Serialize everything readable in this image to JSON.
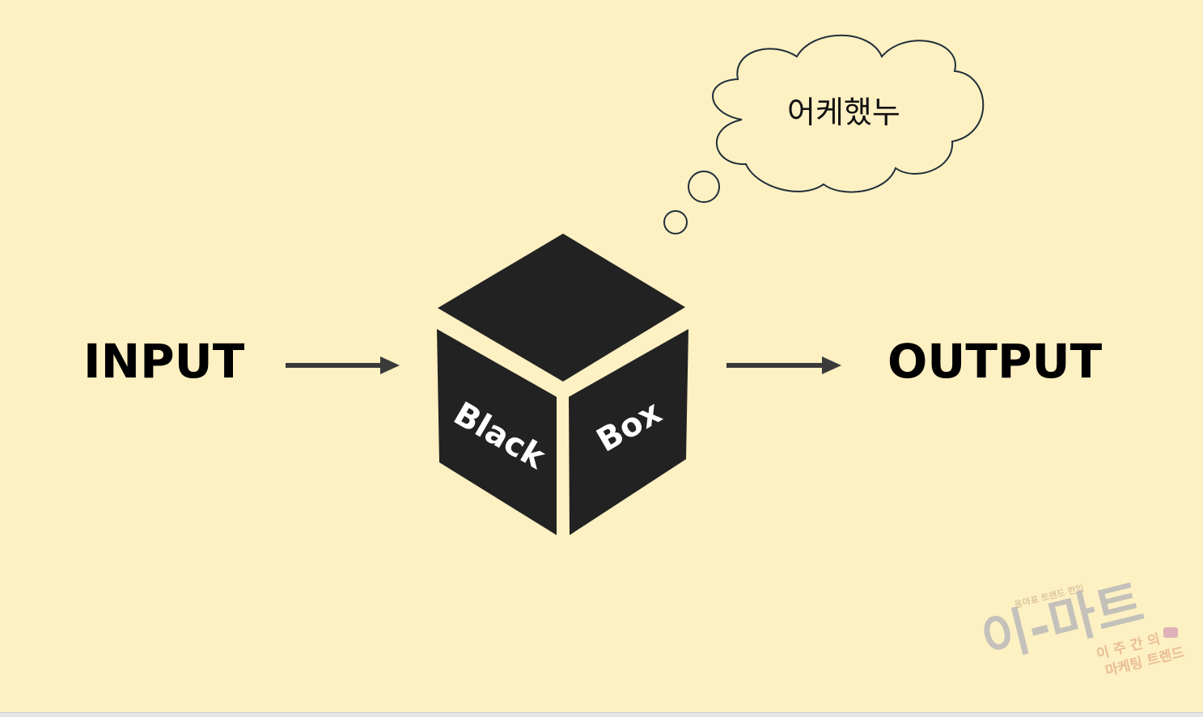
{
  "diagram": {
    "input_label": "INPUT",
    "output_label": "OUTPUT",
    "box_left_face": "Black",
    "box_right_face": "Box",
    "thought_text": "어케했누"
  },
  "watermark": {
    "tagline": "응마표 트렌드 한입",
    "logo": "이-마트",
    "line1": "이 주 간 의",
    "line2": "마케팅 트렌드"
  },
  "colors": {
    "background": "#fdf0c2",
    "cube": "#222222",
    "arrow": "#3a3a3a",
    "cloud_stroke": "#1f2f3a"
  }
}
